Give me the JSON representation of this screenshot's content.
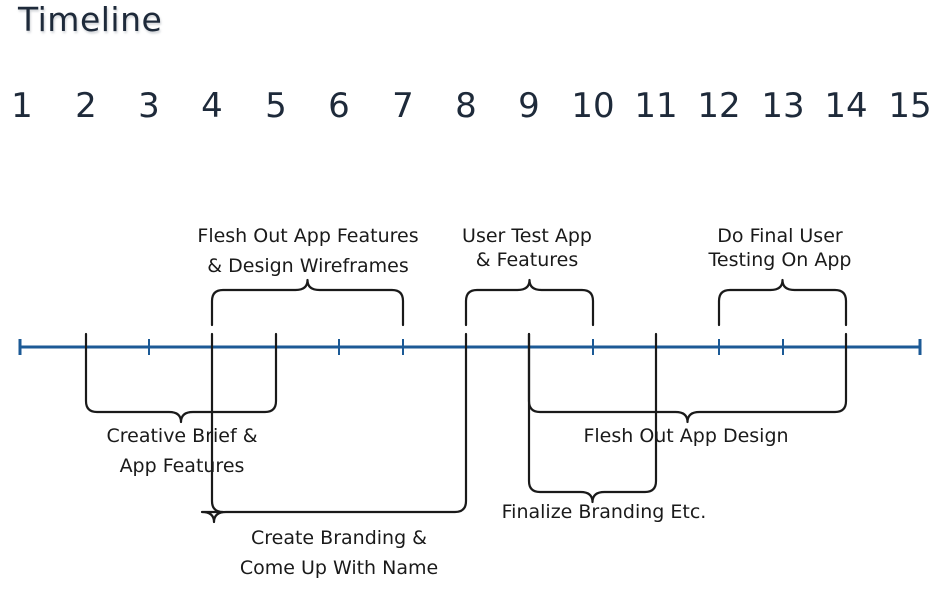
{
  "title": "Timeline",
  "numbers": [
    "1",
    "2",
    "3",
    "4",
    "5",
    "6",
    "7",
    "8",
    "9",
    "10",
    "11",
    "12",
    "13",
    "14",
    "15"
  ],
  "colors": {
    "axis": "#1c5a96",
    "text": "#1e2a3a",
    "brace": "#1a1a1a"
  },
  "phases": [
    {
      "lines": [
        "Flesh Out App Features",
        "& Design Wireframes"
      ],
      "start": 4,
      "end": 7,
      "side": "above"
    },
    {
      "lines": [
        "User Test App",
        "& Features"
      ],
      "start": 8,
      "end": 10,
      "side": "above"
    },
    {
      "lines": [
        "Do Final User",
        "Testing On App"
      ],
      "start": 12,
      "end": 14,
      "side": "above"
    },
    {
      "lines": [
        "Creative Brief &",
        "App Features"
      ],
      "start": 2,
      "end": 5,
      "side": "below"
    },
    {
      "lines": [
        "Create Branding &",
        "Come Up With Name"
      ],
      "start": 4,
      "end": 8,
      "side": "below"
    },
    {
      "lines": [
        "Flesh Out App Design"
      ],
      "start": 9,
      "end": 14,
      "side": "below"
    },
    {
      "lines": [
        "Finalize Branding Etc."
      ],
      "start": 9,
      "end": 11,
      "side": "below"
    }
  ]
}
